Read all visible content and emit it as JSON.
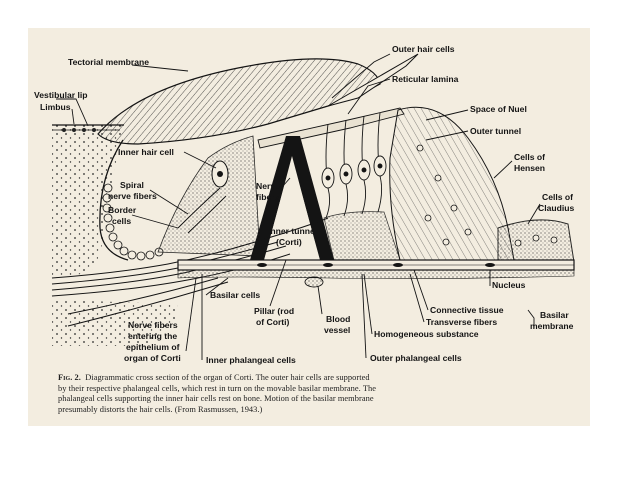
{
  "figure": {
    "labels": {
      "tectorial_membrane": "Tectorial membrane",
      "outer_hair_cells": "Outer hair cells",
      "reticular_lamina": "Reticular lamina",
      "vestibular_lip": "Vestibular lip",
      "limbus": "Limbus",
      "space_of_nuel": "Space of Nuel",
      "outer_tunnel": "Outer tunnel",
      "inner_hair_cell": "Inner hair cell",
      "cells_of_hensen_1": "Cells of",
      "cells_of_hensen_2": "Hensen",
      "spiral_nerve_fibers_1": "Spiral",
      "spiral_nerve_fibers_2": "nerve fibers",
      "nerve_fibers_inner_1": "Nerve",
      "nerve_fibers_inner_2": "fibers",
      "cells_of_claudius_1": "Cells of",
      "cells_of_claudius_2": "Claudius",
      "border_cells_1": "Border",
      "border_cells_2": "cells",
      "inner_tunnel_1": "Inner tunnel",
      "inner_tunnel_2": "(Corti)",
      "nucleus": "Nucleus",
      "basilar_cells": "Basilar cells",
      "connective_tissue": "Connective tissue",
      "pillar_1": "Pillar (rod",
      "pillar_2": "of Corti)",
      "blood_vessel_1": "Blood",
      "blood_vessel_2": "vessel",
      "transverse_fibers": "Transverse fibers",
      "basilar_membrane_1": "Basilar",
      "basilar_membrane_2": "membrane",
      "homogeneous_substance": "Homogeneous substance",
      "nerve_fibers_entering_1": "Nerve fibers",
      "nerve_fibers_entering_2": "entering the",
      "nerve_fibers_entering_3": "epithelium of",
      "nerve_fibers_entering_4": "organ of Corti",
      "inner_phalangeal_cells": "Inner phalangeal cells",
      "outer_phalangeal_cells": "Outer phalangeal cells"
    }
  },
  "caption": {
    "figure_number": "Fig. 2.",
    "line1": "Diagrammatic cross section of the organ of Corti.  The outer hair cells are supported",
    "line2": "by their respective phalangeal cells, which rest in turn on the movable basilar membrane.  The",
    "line3": "phalangeal cells supporting the inner hair cells rest on bone.  Motion of the basilar membrane",
    "line4": "presumably distorts the hair cells.  (From Rasmussen, 1943.)"
  }
}
